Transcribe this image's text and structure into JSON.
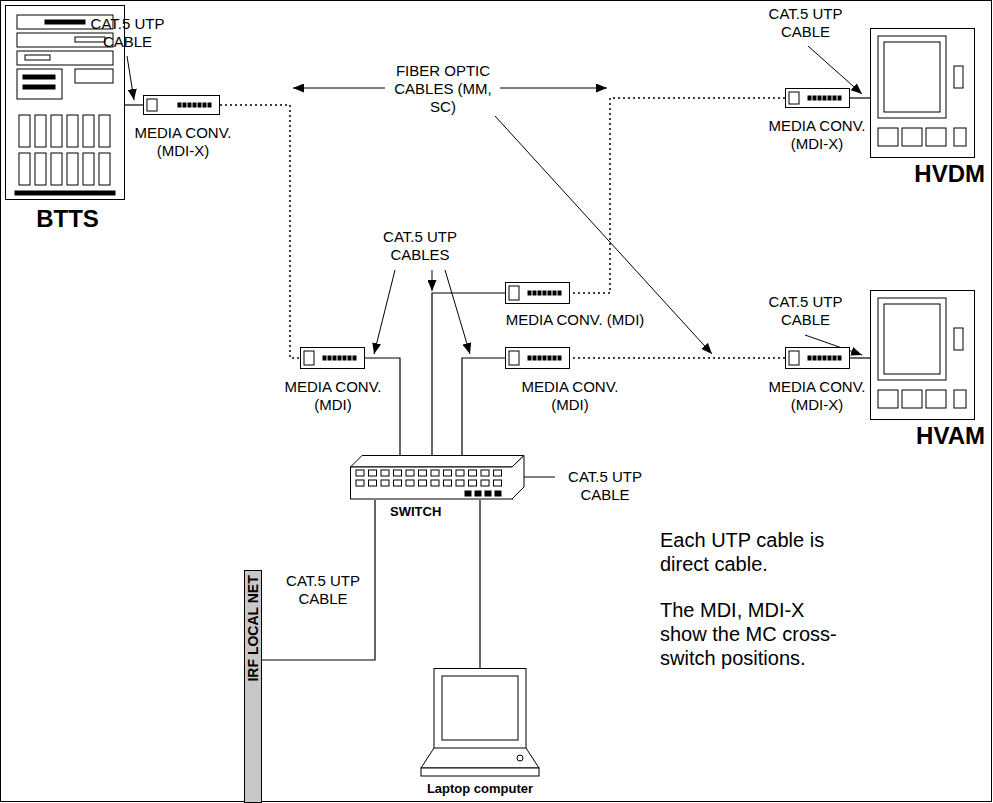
{
  "diagram": {
    "nodes": [
      {
        "text": [
          "BTTS"
        ]
      },
      {
        "text": [
          "MEDIA CONV. (MDI-X)"
        ]
      },
      {
        "text": [
          "HVDM"
        ]
      },
      {
        "text": [
          "MEDIA CONV. (MDI-X)"
        ]
      },
      {
        "text": [
          "MEDIA CONV. (MDI)"
        ]
      },
      {
        "text": [
          "MEDIA CONV. (MDI)"
        ]
      },
      {
        "text": [
          "MEDIA CONV. (MDI)"
        ]
      },
      {
        "text": [
          "HVAM"
        ]
      },
      {
        "text": [
          "MEDIA CONV. (MDI-X)"
        ]
      },
      {
        "text": [
          "SWITCH"
        ]
      },
      {
        "text": [
          "IRF LOCAL NET"
        ]
      },
      {
        "text": [
          "Laptop computer"
        ]
      }
    ],
    "edges": [
      {
        "from": 0,
        "to": 1,
        "arrow": "none"
      },
      {
        "from": 1,
        "to": 4,
        "arrow": "none"
      },
      {
        "from": 2,
        "to": 3,
        "arrow": "none"
      },
      {
        "from": 3,
        "to": 5,
        "arrow": "none"
      },
      {
        "from": 7,
        "to": 8,
        "arrow": "none"
      },
      {
        "from": 8,
        "to": 6,
        "arrow": "none"
      },
      {
        "from": 4,
        "to": 9,
        "arrow": "none"
      },
      {
        "from": 5,
        "to": 9,
        "arrow": "none"
      },
      {
        "from": 6,
        "to": 9,
        "arrow": "none"
      },
      {
        "from": 9,
        "to": 10,
        "arrow": "none"
      },
      {
        "from": 9,
        "to": 11,
        "arrow": "none"
      }
    ],
    "labels": [
      "CAT.5 UTP CABLE",
      "CAT.5 UTP CABLE",
      "FIBER OPTIC CABLES (MM, SC)",
      "CAT.5 UTP CABLES",
      "CAT.5 UTP CABLE",
      "CAT.5 UTP CABLE",
      "CAT.5 UTP CABLE",
      "Each UTP cable is direct cable.",
      "The MDI, MDI-X show the MC cross-switch positions."
    ]
  }
}
